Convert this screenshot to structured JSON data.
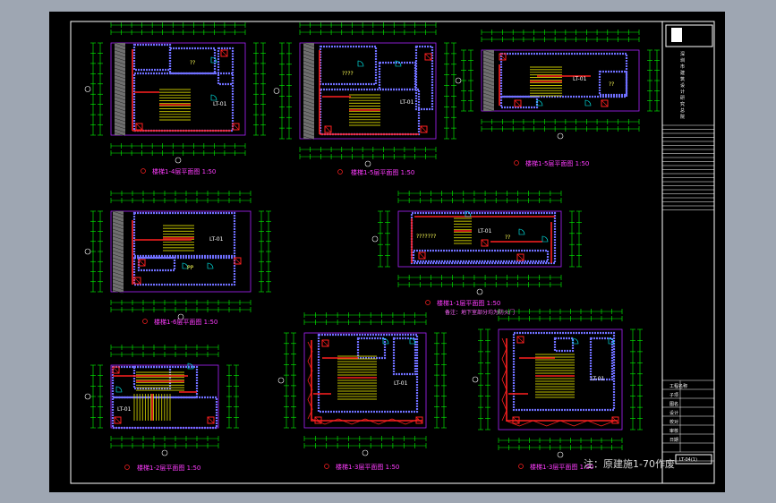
{
  "colors": {
    "outer_bg": "#9ea6b2",
    "sheet_bg": "#000000",
    "frame": "#ffffff",
    "dimension": "#00ff00",
    "wall": "#6f6fff",
    "wall_fill": "#6f6f6f",
    "stair": "#ffff00",
    "handrail": "#ff2020",
    "title_text": "#ff3cff",
    "door": "#00ffff"
  },
  "plans": [
    {
      "title": "楼梯1-4层平面图 1:50",
      "label": "LT-01"
    },
    {
      "title": "楼梯1-5层平面图 1:50",
      "label": "LT-01"
    },
    {
      "title": "楼梯1-5层平面图 1:50",
      "label": "LT-01"
    },
    {
      "title": "楼梯1-6层平面图 1:50",
      "label": "LT-01"
    },
    {
      "title": "楼梯1-1层平面图 1:50",
      "label": "LT-01"
    },
    {
      "title": "楼梯1-2层平面图 1:50",
      "label": "LT-01"
    },
    {
      "title": "楼梯1-3层平面图 1:50",
      "label": "LT-01"
    },
    {
      "title": "楼梯1-3层平面图 1:50",
      "label": "LT-01"
    }
  ],
  "room_tags": [
    "??",
    "????",
    "??",
    "???????",
    "??",
    "PP"
  ],
  "middle_note": "备注：地下室部分均为防火门",
  "big_note": "注：原建施1-70作废",
  "title_block": {
    "vertical_text": "深圳市建筑设计研究总院",
    "drawing_no": "LT-04(1)",
    "rows": [
      "工程名称",
      "子项",
      "图名",
      "设计",
      "校对",
      "审核",
      "日期"
    ]
  }
}
